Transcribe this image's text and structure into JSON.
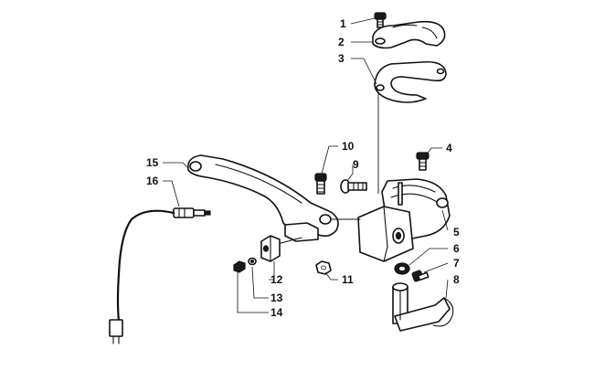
{
  "callouts": [
    {
      "id": "c1",
      "label": "1"
    },
    {
      "id": "c2",
      "label": "2"
    },
    {
      "id": "c3",
      "label": "3"
    },
    {
      "id": "c4",
      "label": "4"
    },
    {
      "id": "c5",
      "label": "5"
    },
    {
      "id": "c6",
      "label": "6"
    },
    {
      "id": "c7",
      "label": "7"
    },
    {
      "id": "c8",
      "label": "8"
    },
    {
      "id": "c9",
      "label": "9"
    },
    {
      "id": "c10",
      "label": "10"
    },
    {
      "id": "c11",
      "label": "11"
    },
    {
      "id": "c12",
      "label": "12"
    },
    {
      "id": "c13",
      "label": "13"
    },
    {
      "id": "c14",
      "label": "14"
    },
    {
      "id": "c15",
      "label": "15"
    },
    {
      "id": "c16",
      "label": "16"
    }
  ]
}
